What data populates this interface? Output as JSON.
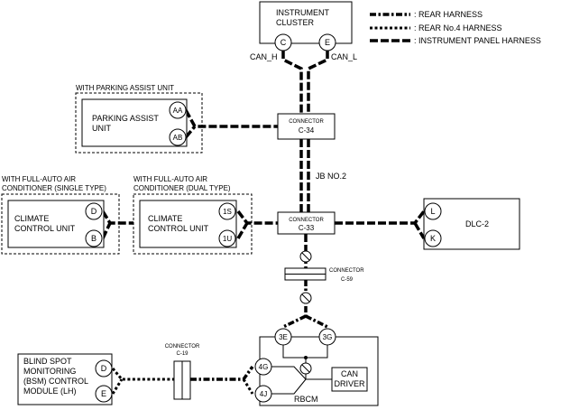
{
  "legend": {
    "rear": ": REAR HARNESS",
    "rear4": ": REAR No.4 HARNESS",
    "ip": ": INSTRUMENT PANEL HARNESS"
  },
  "cluster": {
    "line1": "INSTRUMENT",
    "line2": "CLUSTER",
    "pin_c": "C",
    "pin_e": "E",
    "can_h": "CAN_H",
    "can_l": "CAN_L"
  },
  "parking": {
    "group": "WITH PARKING ASSIST UNIT",
    "line1": "PARKING ASSIST",
    "line2": "UNIT",
    "pin_aa": "AA",
    "pin_ab": "AB"
  },
  "c34": {
    "line1": "CONNECTOR",
    "line2": "C-34"
  },
  "jb": "JB NO.2",
  "single": {
    "group1": "WITH FULL-AUTO AIR",
    "group2": "CONDITIONER (SINGLE TYPE)",
    "line1": "CLIMATE",
    "line2": "CONTROL UNIT",
    "pin_d": "D",
    "pin_b": "B"
  },
  "dual": {
    "group1": "WITH FULL-AUTO AIR",
    "group2": "CONDITIONER (DUAL TYPE)",
    "line1": "CLIMATE",
    "line2": "CONTROL UNIT",
    "pin_1s": "1S",
    "pin_1u": "1U"
  },
  "c33": {
    "line1": "CONNECTOR",
    "line2": "C-33"
  },
  "dlc": {
    "label": "DLC-2",
    "pin_l": "L",
    "pin_k": "K"
  },
  "c59": {
    "line1": "CONNECTOR",
    "line2": "C-59"
  },
  "rbcm": {
    "label": "RBCM",
    "pin_3e": "3E",
    "pin_3g": "3G",
    "pin_4g": "4G",
    "pin_4j": "4J",
    "can1": "CAN",
    "can2": "DRIVER"
  },
  "c19": {
    "line1": "CONNECTOR",
    "line2": "C-19"
  },
  "bsm": {
    "line1": "BLIND SPOT",
    "line2": "MONITORING",
    "line3": "(BSM) CONTROL",
    "line4": "MODULE (LH)",
    "pin_d": "D",
    "pin_e": "E"
  }
}
